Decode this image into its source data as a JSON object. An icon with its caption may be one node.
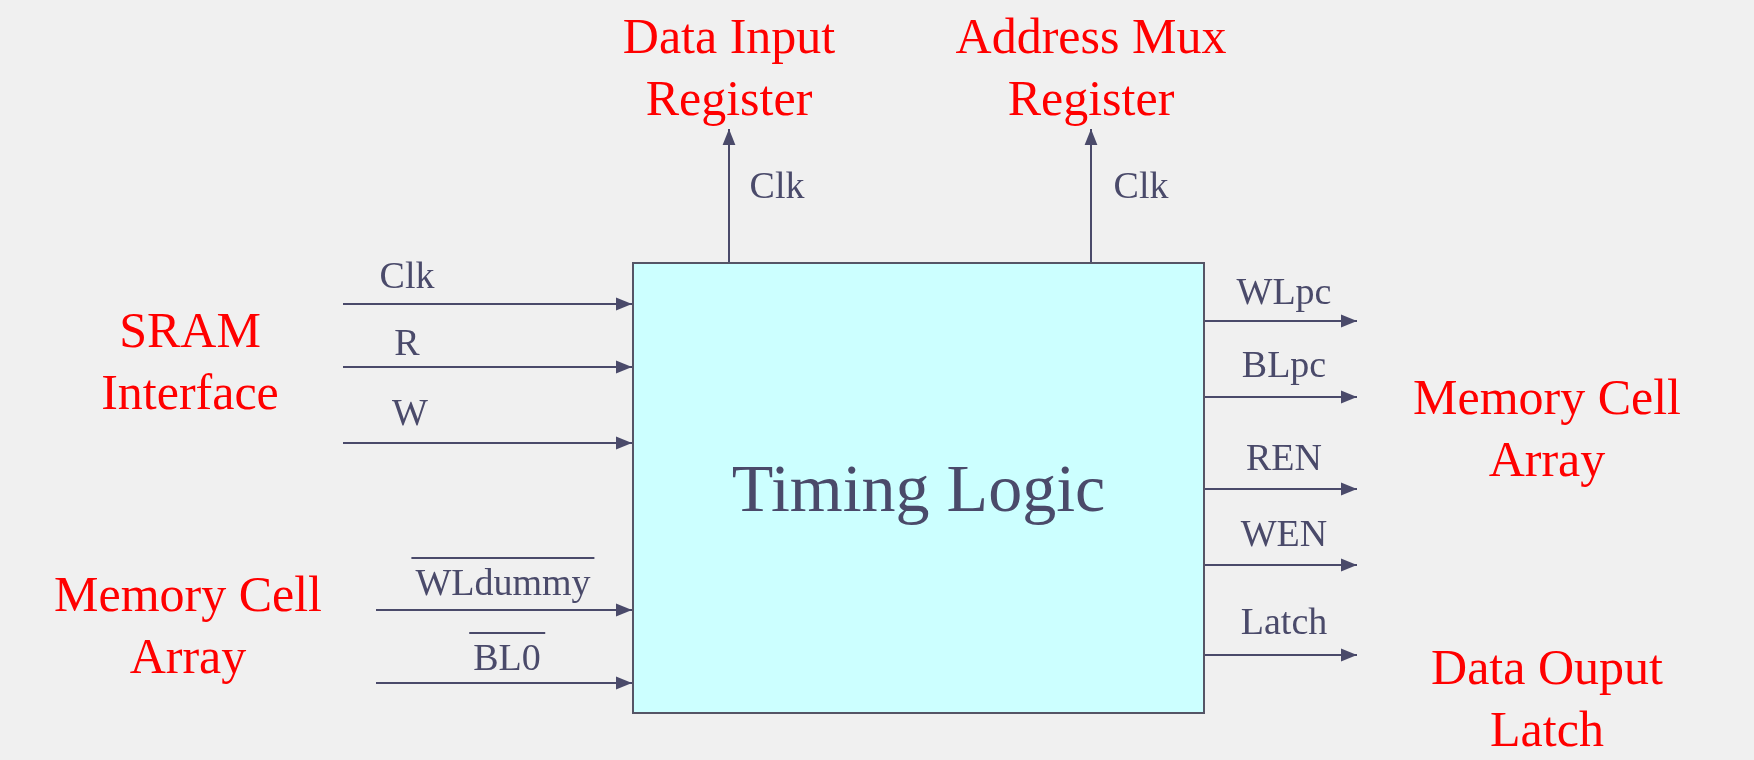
{
  "diagram": {
    "nodes": [
      {
        "text": [
          "Timing Logic"
        ]
      },
      {
        "text": [
          "Data Input Register"
        ]
      },
      {
        "text": [
          "Address Mux Register"
        ]
      },
      {
        "text": [
          "SRAM Interface"
        ]
      },
      {
        "text": [
          "Memory Cell Array"
        ]
      },
      {
        "text": [
          "Memory Cell Array"
        ]
      },
      {
        "text": [
          "Data Ouput Latch"
        ]
      }
    ],
    "edges": [
      {
        "from": 0,
        "to": 1,
        "arrow": "to",
        "label": "Clk"
      },
      {
        "from": 0,
        "to": 2,
        "arrow": "to",
        "label": "Clk"
      },
      {
        "from": 3,
        "to": 0,
        "arrow": "to",
        "label": "Clk"
      },
      {
        "from": 3,
        "to": 0,
        "arrow": "to",
        "label": "R"
      },
      {
        "from": 3,
        "to": 0,
        "arrow": "to",
        "label": "W"
      },
      {
        "from": 4,
        "to": 0,
        "arrow": "to",
        "label": "WLdummy"
      },
      {
        "from": 4,
        "to": 0,
        "arrow": "to",
        "label": "BL0"
      },
      {
        "from": 0,
        "to": 5,
        "arrow": "to",
        "label": "WLpc"
      },
      {
        "from": 0,
        "to": 5,
        "arrow": "to",
        "label": "BLpc"
      },
      {
        "from": 0,
        "to": 5,
        "arrow": "to",
        "label": "REN"
      },
      {
        "from": 0,
        "to": 5,
        "arrow": "to",
        "label": "WEN"
      },
      {
        "from": 0,
        "to": 6,
        "arrow": "to",
        "label": "Latch"
      }
    ]
  }
}
